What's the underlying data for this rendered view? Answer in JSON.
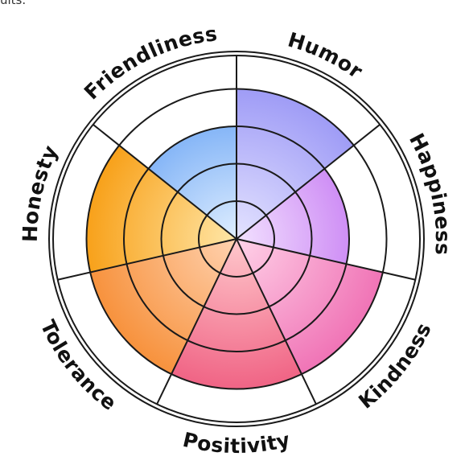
{
  "caption": "ults.",
  "wheel": {
    "max_level": 5,
    "segments": [
      {
        "name": "Humor",
        "level": 4,
        "color": "#9f9cf6",
        "inner_color": "#e4e3ff"
      },
      {
        "name": "Happiness",
        "level": 3,
        "color": "#cf8ff5",
        "inner_color": "#f2e1ff"
      },
      {
        "name": "Kindness",
        "level": 4,
        "color": "#f074b6",
        "inner_color": "#ffd2e8"
      },
      {
        "name": "Positivity",
        "level": 4,
        "color": "#f06485",
        "inner_color": "#ffc8cc"
      },
      {
        "name": "Tolerance",
        "level": 4,
        "color": "#f7923d",
        "inner_color": "#ffd2b0"
      },
      {
        "name": "Honesty",
        "level": 4,
        "color": "#f8a11a",
        "inner_color": "#ffe7a8"
      },
      {
        "name": "Friendliness",
        "level": 3,
        "color": "#86b6f7",
        "inner_color": "#dfeeff"
      }
    ]
  }
}
